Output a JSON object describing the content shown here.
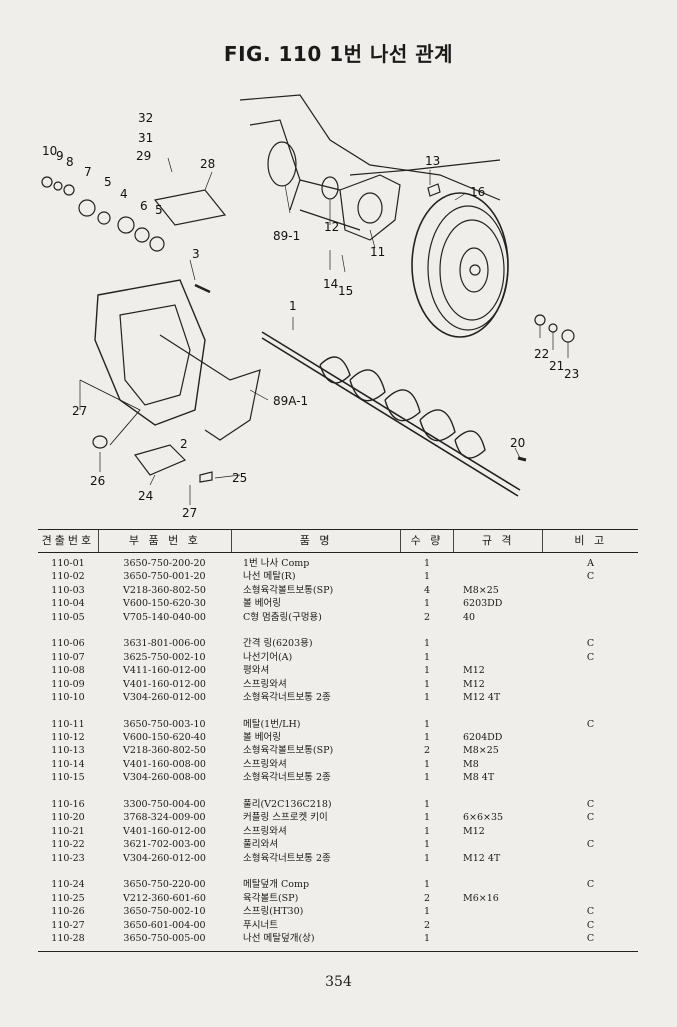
{
  "title": "FIG. 110 1번 나선 관계",
  "callouts": {
    "c1": "1",
    "c2": "2",
    "c3": "3",
    "c4": "4",
    "c5": "5",
    "c6": "6",
    "c7": "7",
    "c8": "8",
    "c9": "9",
    "c10": "10",
    "c11": "11",
    "c12": "12",
    "c13": "13",
    "c14": "14",
    "c15": "15",
    "c16": "16",
    "c20": "20",
    "c21": "21",
    "c22": "22",
    "c23": "23",
    "c24": "24",
    "c25": "25",
    "c26": "26",
    "c27a": "27",
    "c27b": "27",
    "c28": "28",
    "c29": "29",
    "c31": "31",
    "c32": "32",
    "c891": "89-1",
    "c89a1": "89A-1"
  },
  "table": {
    "headers": [
      "견출번호",
      "부 품 번 호",
      "품 명",
      "수 량",
      "규 격",
      "비 고"
    ],
    "rows": [
      [
        "110-01",
        "3650-750-200-20",
        "1번 나사 Comp",
        "1",
        "",
        "A"
      ],
      [
        "110-02",
        "3650-750-001-20",
        "나선 메탈(R)",
        "1",
        "",
        "C"
      ],
      [
        "110-03",
        "V218-360-802-50",
        "소형육각볼트보통(SP)",
        "4",
        "M8×25",
        ""
      ],
      [
        "110-04",
        "V600-150-620-30",
        "볼 베어링",
        "1",
        "6203DD",
        ""
      ],
      [
        "110-05",
        "V705-140-040-00",
        "C형 멈춤링(구멍용)",
        "2",
        "40",
        ""
      ],
      [
        "",
        "",
        "",
        "",
        "",
        ""
      ],
      [
        "110-06",
        "3631-801-006-00",
        "간격 링(6203용)",
        "1",
        "",
        "C"
      ],
      [
        "110-07",
        "3625-750-002-10",
        "나선기어(A)",
        "1",
        "",
        "C"
      ],
      [
        "110-08",
        "V411-160-012-00",
        "평와셔",
        "1",
        "M12",
        ""
      ],
      [
        "110-09",
        "V401-160-012-00",
        "스프링와셔",
        "1",
        "M12",
        ""
      ],
      [
        "110-10",
        "V304-260-012-00",
        "소형육각너트보통 2종",
        "1",
        "M12 4T",
        ""
      ],
      [
        "",
        "",
        "",
        "",
        "",
        ""
      ],
      [
        "110-11",
        "3650-750-003-10",
        "메탈(1번/LH)",
        "1",
        "",
        "C"
      ],
      [
        "110-12",
        "V600-150-620-40",
        "볼 베어링",
        "1",
        "6204DD",
        ""
      ],
      [
        "110-13",
        "V218-360-802-50",
        "소형육각볼트보통(SP)",
        "2",
        "M8×25",
        ""
      ],
      [
        "110-14",
        "V401-160-008-00",
        "스프링와셔",
        "1",
        "M8",
        ""
      ],
      [
        "110-15",
        "V304-260-008-00",
        "소형육각너트보통 2종",
        "1",
        "M8 4T",
        ""
      ],
      [
        "",
        "",
        "",
        "",
        "",
        ""
      ],
      [
        "110-16",
        "3300-750-004-00",
        "풀리(V2C136C218)",
        "1",
        "",
        "C"
      ],
      [
        "110-20",
        "3768-324-009-00",
        "커플링 스프로켓 키이",
        "1",
        "6×6×35",
        "C"
      ],
      [
        "110-21",
        "V401-160-012-00",
        "스프링와셔",
        "1",
        "M12",
        ""
      ],
      [
        "110-22",
        "3621-702-003-00",
        "풀리와셔",
        "1",
        "",
        "C"
      ],
      [
        "110-23",
        "V304-260-012-00",
        "소형육각너트보통 2종",
        "1",
        "M12 4T",
        ""
      ],
      [
        "",
        "",
        "",
        "",
        "",
        ""
      ],
      [
        "110-24",
        "3650-750-220-00",
        "메탈덮개 Comp",
        "1",
        "",
        "C"
      ],
      [
        "110-25",
        "V212-360-601-60",
        "육각볼트(SP)",
        "2",
        "M6×16",
        ""
      ],
      [
        "110-26",
        "3650-750-002-10",
        "스프링(HT30)",
        "1",
        "",
        "C"
      ],
      [
        "110-27",
        "3650-601-004-00",
        "푸시너트",
        "2",
        "",
        "C"
      ],
      [
        "110-28",
        "3650-750-005-00",
        "나선 메탈덮개(상)",
        "1",
        "",
        "C"
      ]
    ]
  },
  "page_number": "354"
}
